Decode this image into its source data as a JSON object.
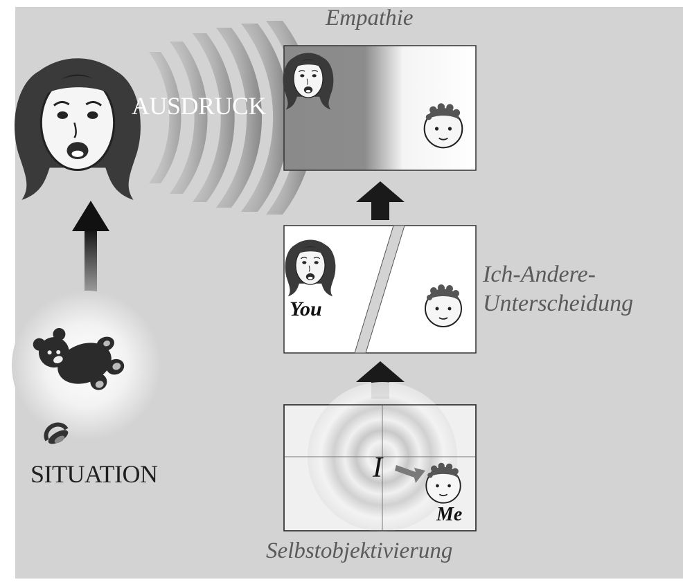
{
  "labels": {
    "top": "Empathie",
    "expression": "AUSDRUCK",
    "situation": "SITUATION",
    "middle_line1": "Ich-Andere-",
    "middle_line2": "Unterscheidung",
    "bottom": "Selbstobjektivierung",
    "you": "You",
    "i": "I",
    "me": "Me"
  },
  "colors": {
    "background": "#d3d3d3",
    "panel_fill": "#ffffff",
    "panel_shade": "#8c8c8c",
    "arrow": "#1a1a1a",
    "label_text": "#5a5a5a"
  },
  "icons": [
    "woman-face-icon",
    "baby-face-icon",
    "teddy-bear-icon",
    "pacifier-icon"
  ]
}
